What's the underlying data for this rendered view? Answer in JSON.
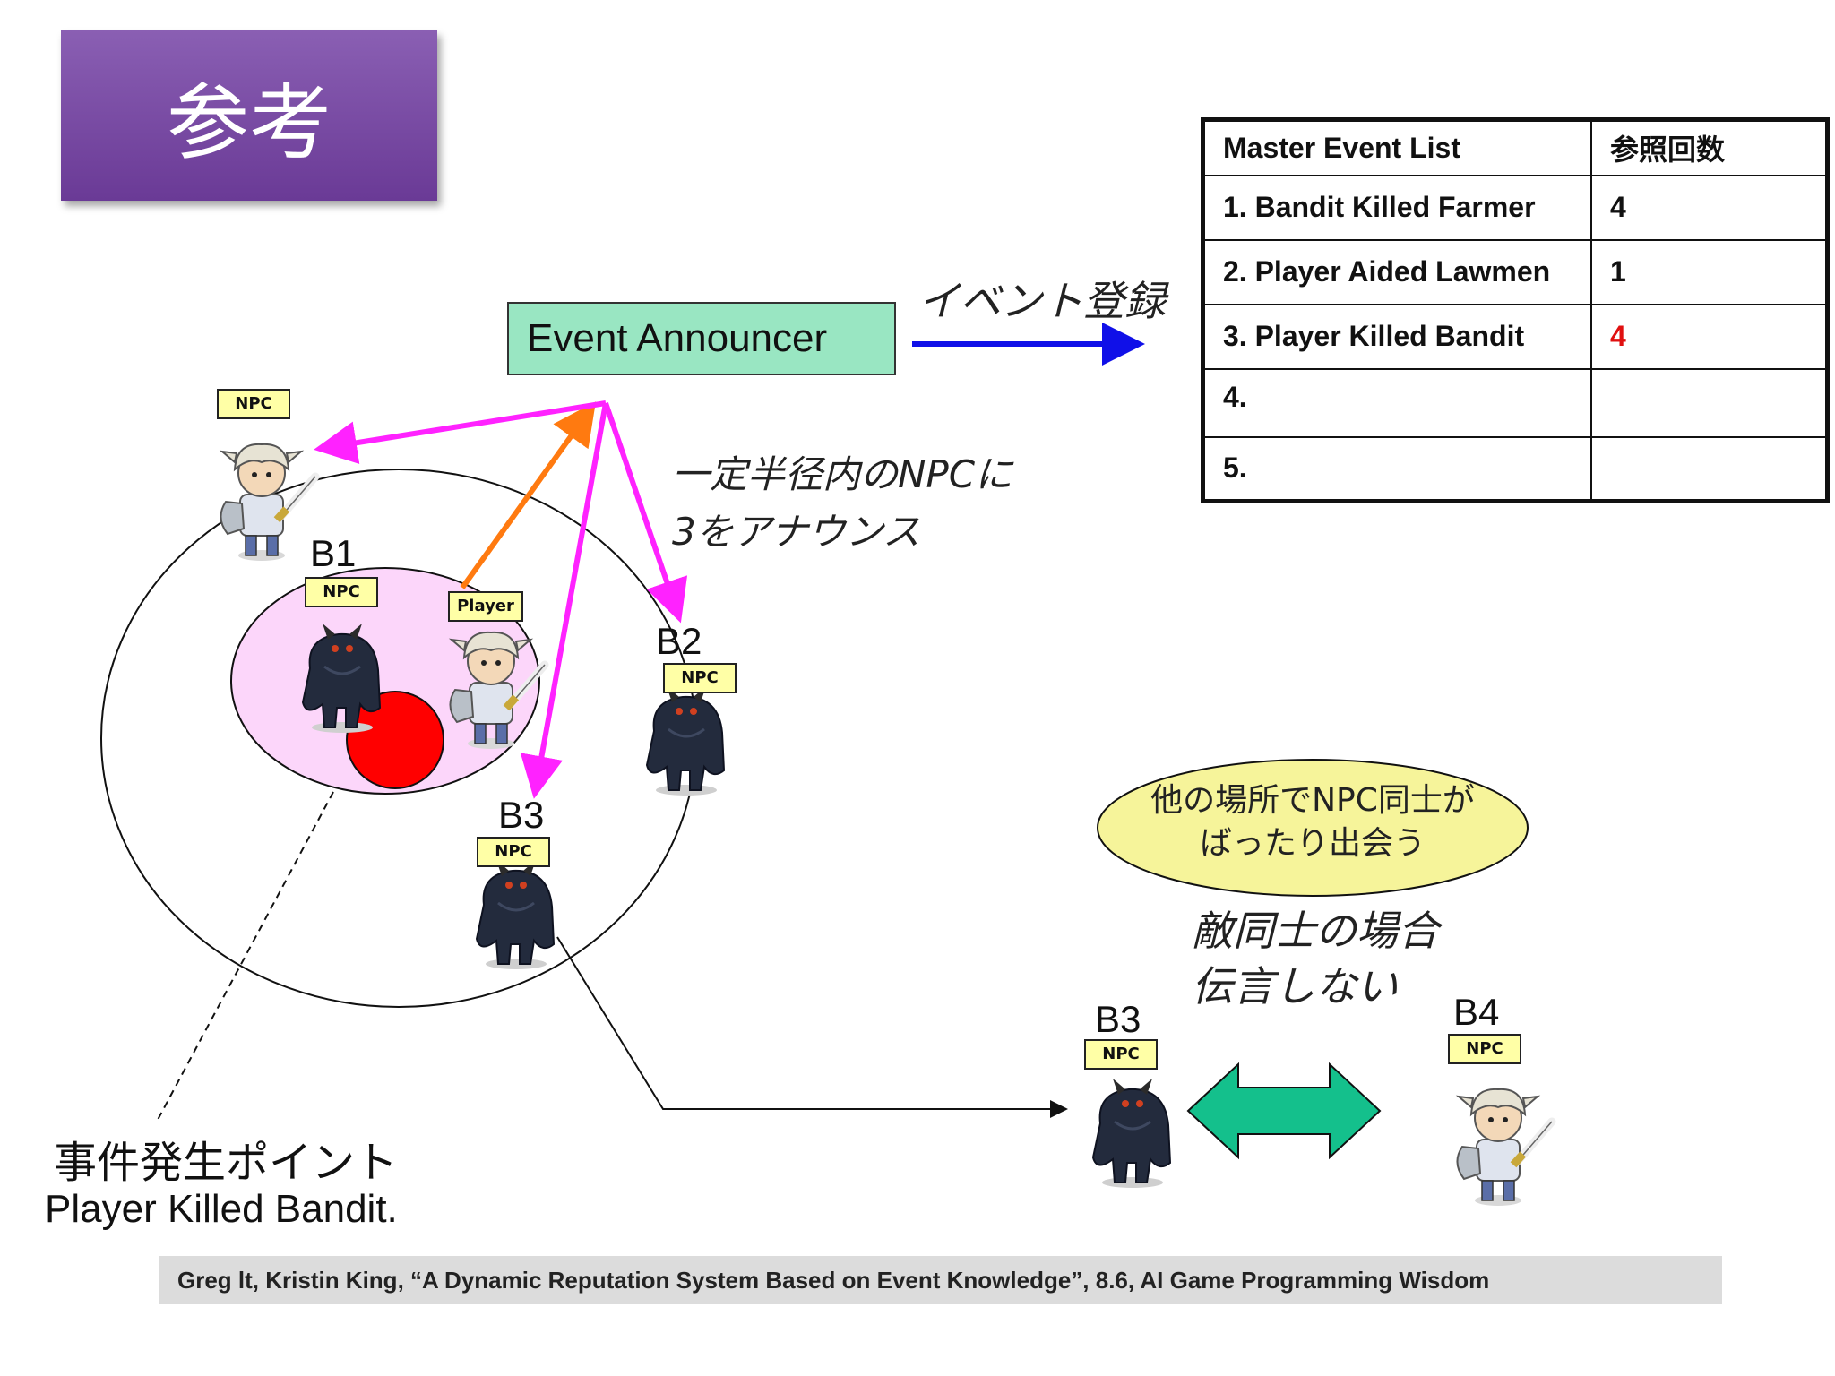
{
  "title": "参考",
  "announcer_label": "Event Announcer",
  "event_register_label": "イベント登録",
  "announce_text": [
    "一定半径内のNPCに",
    "3をアナウンス"
  ],
  "table": {
    "headers": [
      "Master Event List",
      "参照回数"
    ],
    "rows": [
      {
        "event": "1. Bandit Killed Farmer",
        "count": "4",
        "highlight": false
      },
      {
        "event": "2. Player Aided Lawmen",
        "count": "1",
        "highlight": false
      },
      {
        "event": "3. Player Killed Bandit",
        "count": "4",
        "highlight": true
      },
      {
        "event": "4.",
        "count": "",
        "highlight": false
      },
      {
        "event": "5.",
        "count": "",
        "highlight": false
      }
    ],
    "highlight_color": "#e01010"
  },
  "tags": {
    "npc": "NPC",
    "player": "Player"
  },
  "labels": {
    "b1": "B1",
    "b2": "B2",
    "b3": "B3",
    "b3_meet": "B3",
    "b4": "B4"
  },
  "bubble_text": [
    "他の場所でNPC同士が",
    "ばったり出会う"
  ],
  "enemy_text": [
    "敵同士の場合",
    "伝言しない"
  ],
  "incident": {
    "jp": "事件発生ポイント",
    "en": "Player Killed Bandit."
  },
  "citation": "Greg lt, Kristin King,  “A Dynamic Reputation System Based on Event Knowledge”, 8.6, AI Game Programming Wisdom",
  "colors": {
    "announce_arrows": "#ff22ff",
    "report_arrow": "#ff7a10",
    "register_arrow": "#1010e8",
    "inner_area": "#fcd6fa",
    "incident_point": "#ff0000",
    "exchange_arrow": "#14c08c",
    "bubble": "#f6f49a"
  },
  "icons": [
    "knight-sprite",
    "bandit-sprite"
  ]
}
